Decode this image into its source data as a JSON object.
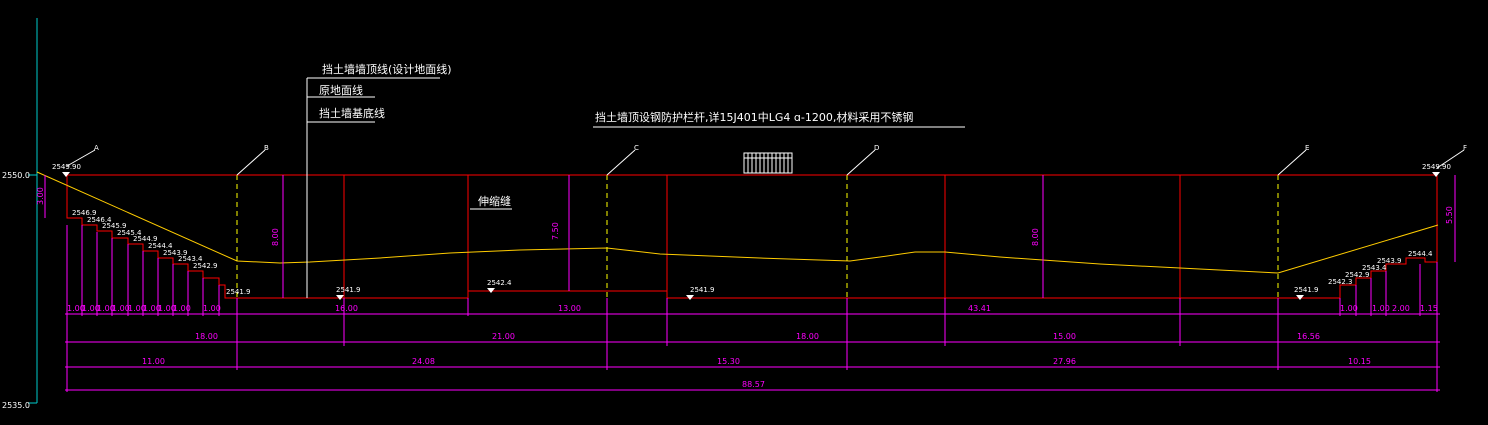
{
  "axis": {
    "top_value": "2550.0",
    "bottom_value": "2535.0"
  },
  "notes": {
    "legend_1": "挡土墙墙顶线(设计地面线)",
    "legend_2": "原地面线",
    "legend_3": "挡土墙基底线",
    "railing_note": "挡土墙顶设钢防护栏杆,详15J401中LG4 ɑ-1200,材料采用不锈钢",
    "joint_label": "伸缩缝"
  },
  "sections": [
    "A",
    "B",
    "C",
    "D",
    "E",
    "F"
  ],
  "elevations": {
    "top_left": "2549.90",
    "top_right": "2549.90",
    "steps_left": [
      "2546.9",
      "2546.4",
      "2545.9",
      "2545.4",
      "2544.9",
      "2544.4",
      "2543.9",
      "2543.4",
      "2542.9",
      "2541.9"
    ],
    "base_b": "2541.9",
    "base_mid": "2542.4",
    "base_c": "2541.9",
    "base_e": "2541.9",
    "steps_right": [
      "2542.3",
      "2542.9",
      "2543.4",
      "2543.9",
      "2544.4"
    ]
  },
  "heights": {
    "left_top": "3.00",
    "h_b": "8.00",
    "h_c": "7.50",
    "h_d": "8.00",
    "right": "5.50"
  },
  "dims_row1": [
    "1.00",
    "1.00",
    "1.00",
    "1.00",
    "1.00",
    "1.00",
    "1.00",
    "1.00",
    "1.00",
    "16.00",
    "13.00",
    "43.41",
    "1.00",
    "1.00",
    "2.00",
    "1.15"
  ],
  "dims_row2": [
    "18.00",
    "21.00",
    "18.00",
    "15.00",
    "16.56"
  ],
  "dims_row3": [
    "11.00",
    "24.08",
    "15.30",
    "27.96",
    "10.15"
  ],
  "dims_total": "88.57"
}
